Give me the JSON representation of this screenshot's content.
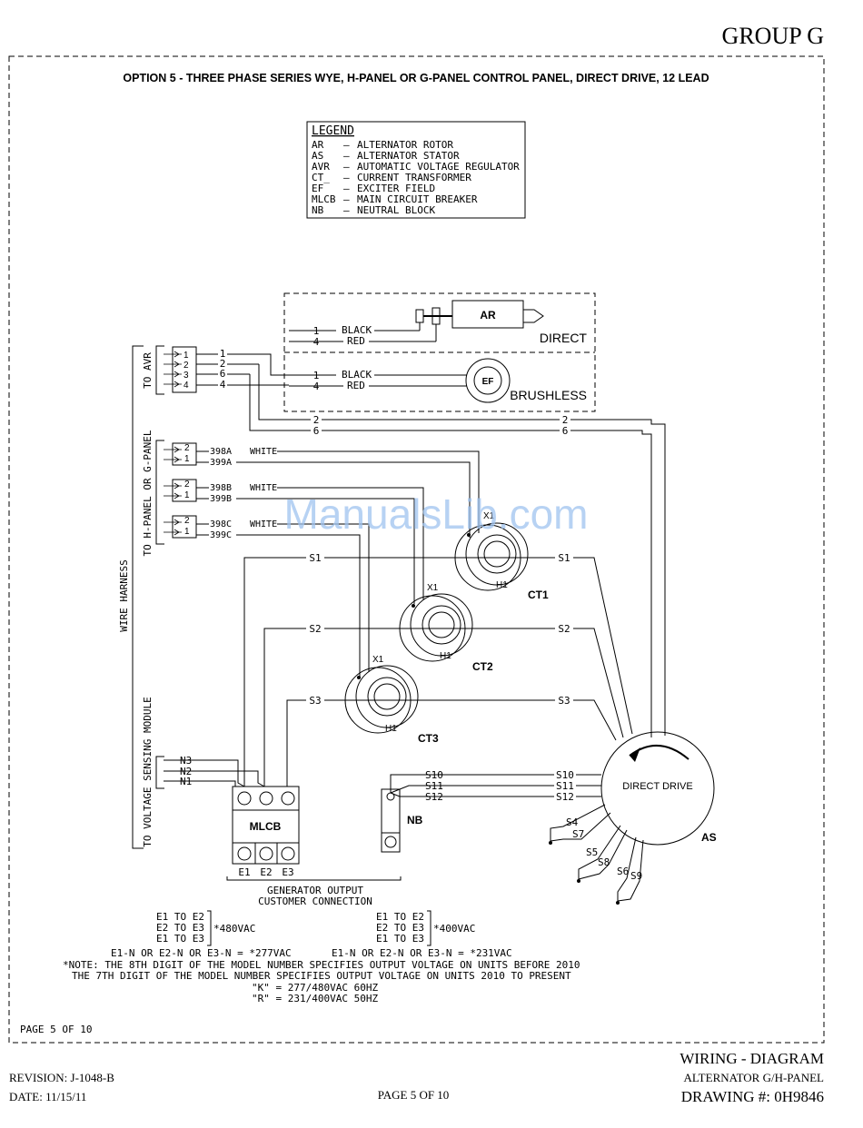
{
  "header": {
    "group": "GROUP G",
    "title": "OPTION 5 - THREE PHASE SERIES WYE, H-PANEL OR G-PANEL CONTROL PANEL, DIRECT DRIVE, 12 LEAD"
  },
  "legend": {
    "heading": "LEGEND",
    "entries": [
      {
        "abbr": "AR",
        "desc": "ALTERNATOR ROTOR"
      },
      {
        "abbr": "AS",
        "desc": "ALTERNATOR STATOR"
      },
      {
        "abbr": "AVR",
        "desc": "AUTOMATIC VOLTAGE REGULATOR"
      },
      {
        "abbr": "CT_",
        "desc": "CURRENT TRANSFORMER"
      },
      {
        "abbr": "EF",
        "desc": "EXCITER FIELD"
      },
      {
        "abbr": "MLCB",
        "desc": "MAIN CIRCUIT BREAKER"
      },
      {
        "abbr": "NB",
        "desc": "NEUTRAL BLOCK"
      }
    ]
  },
  "sections": {
    "to_avr": "TO AVR",
    "to_panel": "TO H-PANEL OR G-PANEL",
    "wire_harness": "WIRE HARNESS",
    "to_sensing": "TO VOLTAGE SENSING MODULE"
  },
  "components": {
    "ar": "AR",
    "ef": "EF",
    "direct": "DIRECT",
    "brushless": "BRUSHLESS",
    "ct1": "CT1",
    "ct2": "CT2",
    "ct3": "CT3",
    "x1": "X1",
    "h1": "H1",
    "mlcb": "MLCB",
    "nb": "NB",
    "as": "AS",
    "direct_drive": "DIRECT DRIVE"
  },
  "wires": {
    "black": "BLACK",
    "red": "RED",
    "white": "WHITE",
    "w1": "1",
    "w2": "2",
    "w3": "3",
    "w4": "4",
    "w6": "6",
    "w398a": "398A",
    "w399a": "399A",
    "w398b": "398B",
    "w399b": "399B",
    "w398c": "398C",
    "w399c": "399C",
    "s1": "S1",
    "s2": "S2",
    "s3": "S3",
    "s4": "S4",
    "s5": "S5",
    "s6": "S6",
    "s7": "S7",
    "s8": "S8",
    "s9": "S9",
    "s10": "S10",
    "s11": "S11",
    "s12": "S12",
    "n1": "N1",
    "n2": "N2",
    "n3": "N3",
    "e1": "E1",
    "e2": "E2",
    "e3": "E3"
  },
  "output": {
    "line1": "GENERATOR OUTPUT",
    "line2": "CUSTOMER CONNECTION"
  },
  "voltage": {
    "left": [
      "E1  TO  E2",
      "E2  TO  E3",
      "E1  TO  E3"
    ],
    "left_value": "*480VAC",
    "right": [
      "E1  TO  E2",
      "E2  TO  E3",
      "E1  TO  E3"
    ],
    "right_value": "*400VAC",
    "neutral_left": "E1-N  OR  E2-N  OR  E3-N  =  *277VAC",
    "neutral_right": "E1-N  OR  E2-N  OR  E3-N  =  *231VAC",
    "note1": "*NOTE:  THE  8TH  DIGIT  OF  THE  MODEL  NUMBER  SPECIFIES  OUTPUT  VOLTAGE  ON  UNITS  BEFORE  2010",
    "note2": "THE  7TH  DIGIT  OF  THE  MODEL  NUMBER  SPECIFIES  OUTPUT  VOLTAGE  ON  UNITS  2010  TO  PRESENT",
    "k": "\"K\"  =  277/480VAC  60HZ",
    "r": "\"R\"  =  231/400VAC  50HZ"
  },
  "inner_page": "PAGE 5 OF 10",
  "footer": {
    "revision": "REVISION: J-1048-B",
    "date": "DATE: 11/15/11",
    "page": "PAGE 5 OF 10",
    "title1": "WIRING - DIAGRAM",
    "title2": "ALTERNATOR G/H-PANEL",
    "drawing": "DRAWING #: 0H9846"
  },
  "watermark": "ManualsLib.com"
}
